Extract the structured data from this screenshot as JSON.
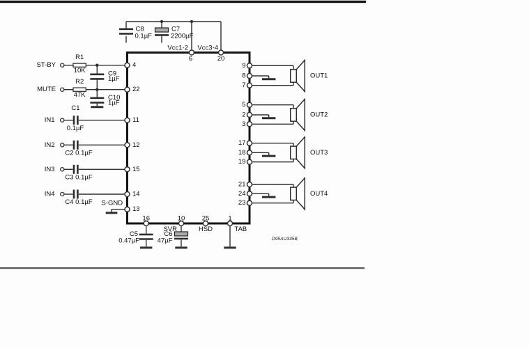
{
  "schematic": {
    "drawing_code": "D95AU335B",
    "supply": {
      "caps": [
        {
          "name": "C8",
          "value": "0.1µF"
        },
        {
          "name": "C7",
          "value": "2200µF"
        }
      ],
      "rails": [
        {
          "label": "Vcc1-2",
          "pin": "6"
        },
        {
          "label": "Vcc3-4",
          "pin": "20"
        }
      ]
    },
    "controls": [
      {
        "label": "ST-BY",
        "pin": "4",
        "resistor_name": "R1",
        "resistor_value": "10K"
      },
      {
        "label": "MUTE",
        "pin": "22",
        "resistor_name": "R2",
        "resistor_value": "47K"
      }
    ],
    "control_caps": [
      {
        "name": "C9",
        "value": "1µF"
      },
      {
        "name": "C10",
        "value": "1µF"
      }
    ],
    "inputs": [
      {
        "label": "IN1",
        "pin": "11",
        "cap_name": "C1",
        "cap_value": "0.1µF"
      },
      {
        "label": "IN2",
        "pin": "12",
        "cap_label": "C2 0.1µF"
      },
      {
        "label": "IN3",
        "pin": "15",
        "cap_label": "C3 0.1µF"
      },
      {
        "label": "IN4",
        "pin": "14",
        "cap_label": "C4 0.1µF"
      }
    ],
    "signal_ground": {
      "label": "S-GND",
      "pin": "13"
    },
    "bottom_pins": [
      {
        "pin": "16",
        "label": ""
      },
      {
        "pin": "10",
        "label": "SVR"
      },
      {
        "pin": "25",
        "label": "HSD"
      },
      {
        "pin": "1",
        "label": "TAB"
      }
    ],
    "bottom_caps": [
      {
        "name": "C5",
        "value": "0.47µF"
      },
      {
        "name": "C6",
        "value": "47µF"
      }
    ],
    "outputs": [
      {
        "label": "OUT1",
        "pins": [
          "9",
          "8",
          "7"
        ]
      },
      {
        "label": "OUT2",
        "pins": [
          "5",
          "2",
          "3"
        ]
      },
      {
        "label": "OUT3",
        "pins": [
          "17",
          "18",
          "19"
        ]
      },
      {
        "label": "OUT4",
        "pins": [
          "21",
          "24",
          "23"
        ]
      }
    ],
    "colors": {
      "line": "#2e2e2e",
      "ic_border": "#141414",
      "text": "#0d0d0d",
      "top_bar": "#161616",
      "separator": "#4d4d4d",
      "electrolytic_fill": "#ababab",
      "background": "#fdfdfd"
    }
  }
}
